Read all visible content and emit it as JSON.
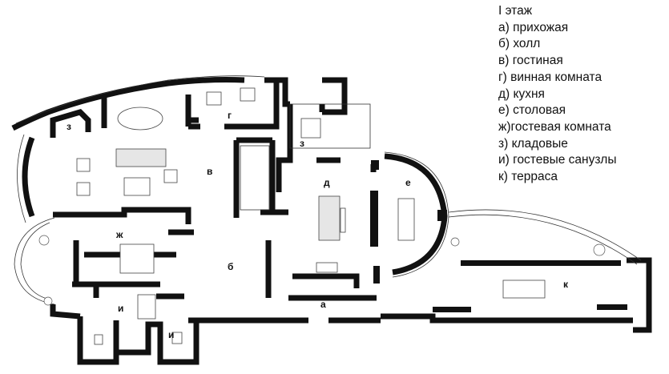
{
  "legend": {
    "title": "I этаж",
    "items": [
      "а) прихожая",
      "б) холл",
      "в) гостиная",
      "г)  винная комната",
      "д) кухня",
      "е) столовая",
      "ж)гостевая комната",
      "з) кладовые",
      "и) гостевые санузлы",
      "к) терраса"
    ]
  },
  "plan_labels": {
    "a": "а",
    "b": "б",
    "v": "в",
    "g": "г",
    "d": "д",
    "e": "е",
    "zh": "ж",
    "z1": "з",
    "z2": "з",
    "i1": "и",
    "i2": "и",
    "k": "к"
  }
}
